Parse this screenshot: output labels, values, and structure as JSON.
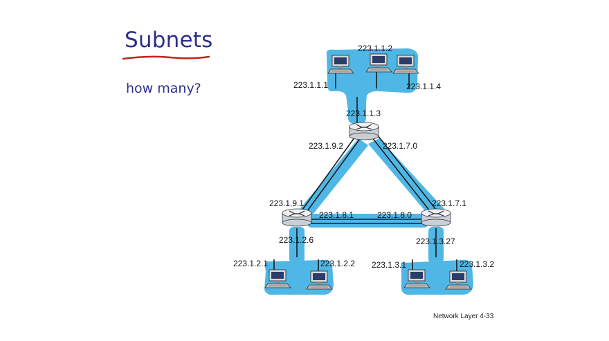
{
  "slide": {
    "title": "Subnets",
    "subtitle": "how many?",
    "footer": "Network Layer 4-33"
  },
  "colors": {
    "title": "#2c2e8c",
    "underline": "#c8201e",
    "subnet_fill": "#4fb7e6",
    "link": "#1a1a1a"
  },
  "icons": {
    "router": "router-icon",
    "host": "desktop-computer-icon"
  },
  "labels": {
    "top_host_mid": "223.1.1.2",
    "top_host_left": "223.1.1.1",
    "top_host_right": "223.1.1.4",
    "top_router_iface": "223.1.1.3",
    "top_router_left": "223.1.9.2",
    "top_router_right": "223.1.7.0",
    "left_router_top": "223.1.9.1",
    "left_router_right": "223.1.8.1",
    "right_router_left": "223.1.8.0",
    "right_router_top": "223.1.7.1",
    "left_router_bottom": "223.1.2.6",
    "right_router_bottom": "223.1.3.27",
    "bl_host_left": "223.1.2.1",
    "bl_host_right": "223.1.2.2",
    "br_host_left": "223.1.3.1",
    "br_host_right": "223.1.3.2"
  }
}
